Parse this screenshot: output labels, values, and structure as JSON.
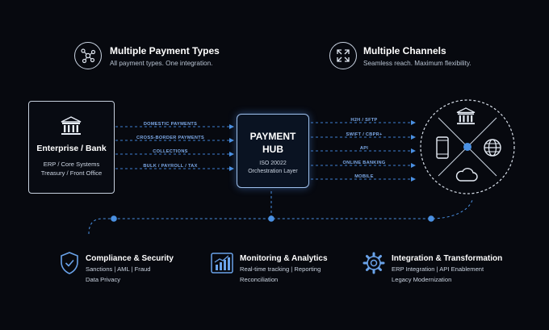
{
  "header": {
    "left": {
      "title": "Multiple Payment Types",
      "subtitle": "All payment types. One integration.",
      "icon": "network-nodes-icon"
    },
    "right": {
      "title": "Multiple Channels",
      "subtitle": "Seamless reach. Maximum flexibility.",
      "icon": "expand-arrows-icon"
    }
  },
  "enterprise": {
    "title": "Enterprise / Bank",
    "line1": "ERP / Core Systems",
    "line2": "Treasury / Front Office",
    "icon": "bank-icon"
  },
  "hub": {
    "title_line1": "PAYMENT",
    "title_line2": "HUB",
    "sub1": "ISO 20022",
    "sub2": "Orchestration Layer"
  },
  "payment_flows": [
    "DOMESTIC PAYMENTS",
    "CROSS-BORDER PAYMENTS",
    "COLLECTIONS",
    "BULK / PAYROLL / TAX"
  ],
  "channel_flows": [
    "H2H / SFTP",
    "SWIFT / CBPR+",
    "API",
    "ONLINE BANKING",
    "MOBILE"
  ],
  "channel_icons": [
    "bank-icon",
    "globe-icon",
    "cloud-icon",
    "mobile-icon"
  ],
  "bottom": [
    {
      "title": "Compliance & Security",
      "line1": "Sanctions | AML | Fraud",
      "line2": "Data Privacy",
      "icon": "shield-check-icon"
    },
    {
      "title": "Monitoring & Analytics",
      "line1": "Real-time tracking | Reporting",
      "line2": "Reconciliation",
      "icon": "bar-chart-icon"
    },
    {
      "title": "Integration & Transformation",
      "line1": "ERP Integration | API Enablement",
      "line2": "Legacy Modernization",
      "icon": "gear-icon"
    }
  ],
  "colors": {
    "background": "#07090f",
    "accent": "#4a90e2",
    "flow_text": "#7eabea",
    "text": "#ffffff"
  }
}
